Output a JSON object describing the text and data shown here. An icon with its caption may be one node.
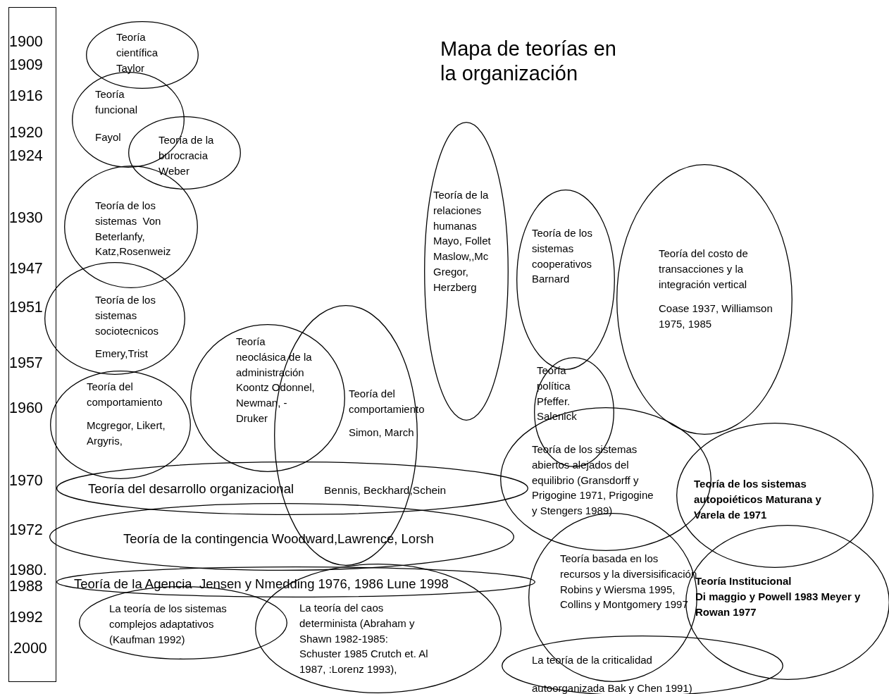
{
  "diagram": {
    "title": "Mapa de teorías en la organización",
    "nodes": [
      {
        "text": [
          "1900",
          "1909",
          "1916",
          "1920",
          "1924",
          "1930",
          "1947",
          "1951",
          "1957",
          "1960",
          "1970",
          "1972",
          "1980.",
          "1988",
          "1992",
          ".2000"
        ]
      },
      {
        "text": [
          "Teoría científica Taylor"
        ]
      },
      {
        "text": [
          "Teoría funcional",
          "Fayol"
        ]
      },
      {
        "text": [
          "Teoría de la burocracia Weber"
        ]
      },
      {
        "text": [
          "Teoría de los sistemas  Von Beterlanfy, Katz,Rosenweiz"
        ]
      },
      {
        "text": [
          "Teoría de los sistemas sociotecnicos",
          "Emery,Trist"
        ]
      },
      {
        "text": [
          "Teoría del comportamiento",
          "Mcgregor, Likert, Argyris,"
        ]
      },
      {
        "text": [
          "Teoría neoclásica de la administración Koontz Odonnel, Newman, - Druker"
        ]
      },
      {
        "text": [
          "Teoría del comportamiento",
          "Simon, March"
        ]
      },
      {
        "text": [
          "Teoría de la relaciones humanas Mayo, Follet Maslow,,Mc Gregor, Herzberg"
        ]
      },
      {
        "text": [
          "Teoría de los sistemas cooperativos Barnard"
        ]
      },
      {
        "text": [
          "Teoría política Pfeffer. Salenick"
        ]
      },
      {
        "text": [
          "Teoría del costo de transacciones y la integración vertical",
          "Coase 1937, Williamson 1975, 1985"
        ]
      },
      {
        "text": [
          "Teoría del desarrollo organizacional",
          "Bennis, Beckhard,Schein"
        ]
      },
      {
        "text": [
          "Teoría de la contingencia Woodward,Lawrence, Lorsh"
        ]
      },
      {
        "text": [
          "Teoría de la Agencia  Jensen y Nmedding 1976, 1986 Lune 1998"
        ]
      },
      {
        "text": [
          "La teoría de los sistemas complejos adaptativos (Kaufman 1992)"
        ]
      },
      {
        "text": [
          "La teoría del caos determinista (Abraham y Shawn 1982-1985: Schuster 1985 Crutch et. Al 1987, :Lorenz 1993),"
        ]
      },
      {
        "text": [
          "Teoría de los sistemas abiertos alejados del equilibrio (Gransdorff y Prigogine 1971, Prigogine y Stengers 1989)"
        ]
      },
      {
        "text": [
          "Teoría de los sistemas autopoiéticos Maturana y  Varela de 1971"
        ]
      },
      {
        "text": [
          "Teoría basada en los recursos y la diversisificación Robins y Wiersma 1995, Collins y Montgomery 1997"
        ]
      },
      {
        "text": [
          "Teoría Institucional",
          "Di maggio y Powell 1983 Meyer y Rowan 1977"
        ]
      },
      {
        "text": [
          "La teoría de la criticalidad",
          "autoorganizada Bak y Chen 1991)"
        ]
      }
    ]
  }
}
